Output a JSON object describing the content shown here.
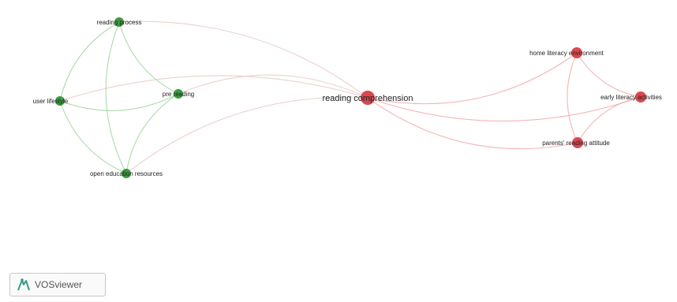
{
  "network": {
    "clusters": [
      {
        "id": 1,
        "color": "#d9474f",
        "edge_color": "#f3a7a9"
      },
      {
        "id": 2,
        "color": "#3a9a3e",
        "edge_color": "#9fd39f"
      }
    ],
    "nodes": [
      {
        "id": "rc",
        "label": "reading comprehension",
        "cluster": 1,
        "weight": 3
      },
      {
        "id": "hle",
        "label": "home literacy environment",
        "cluster": 1,
        "weight": 2
      },
      {
        "id": "ela",
        "label": "early literacy activities",
        "cluster": 1,
        "weight": 2
      },
      {
        "id": "pra",
        "label": "parents' reading attitude",
        "cluster": 1,
        "weight": 2
      },
      {
        "id": "rp",
        "label": "reading process",
        "cluster": 2,
        "weight": 2
      },
      {
        "id": "ls",
        "label": "user lifestyle",
        "cluster": 2,
        "weight": 2
      },
      {
        "id": "pr",
        "label": "pre reading",
        "cluster": 2,
        "weight": 2
      },
      {
        "id": "oer",
        "label": "open education resources",
        "cluster": 2,
        "weight": 2
      }
    ],
    "links": [
      {
        "source": "rc",
        "target": "hle"
      },
      {
        "source": "rc",
        "target": "ela"
      },
      {
        "source": "rc",
        "target": "pra"
      },
      {
        "source": "hle",
        "target": "ela"
      },
      {
        "source": "hle",
        "target": "pra"
      },
      {
        "source": "ela",
        "target": "pra"
      },
      {
        "source": "rc",
        "target": "rp"
      },
      {
        "source": "rc",
        "target": "ls"
      },
      {
        "source": "rc",
        "target": "pr"
      },
      {
        "source": "rc",
        "target": "oer"
      },
      {
        "source": "rp",
        "target": "ls"
      },
      {
        "source": "rp",
        "target": "pr"
      },
      {
        "source": "rp",
        "target": "oer"
      },
      {
        "source": "ls",
        "target": "pr"
      },
      {
        "source": "ls",
        "target": "oer"
      },
      {
        "source": "pr",
        "target": "oer"
      }
    ]
  },
  "badge": {
    "text": "VOSviewer",
    "logo_icon": "vosviewer-logo-icon"
  }
}
